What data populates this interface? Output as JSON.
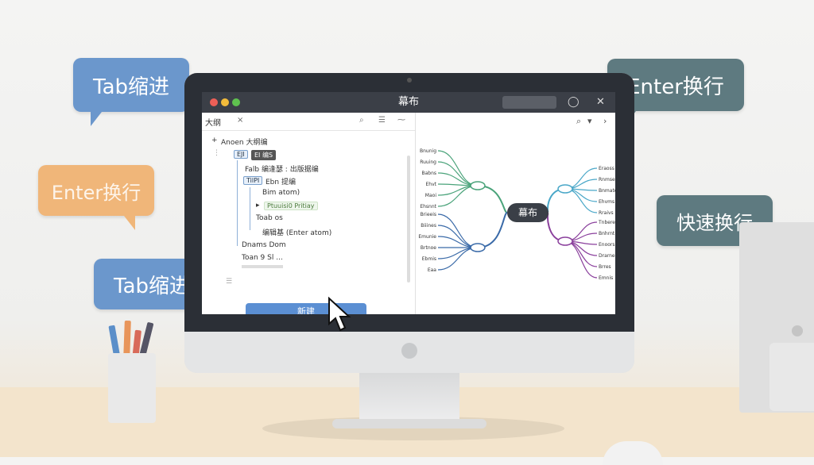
{
  "bubbles": {
    "tab_indent_top": "Tab缩进",
    "enter_line_left": "Enter换行",
    "tab_indent_bottom": "Tab缩进",
    "enter_line_right": "Enter换行",
    "quick_line": "快速换行"
  },
  "window": {
    "title": "幕布",
    "close_label": "✕"
  },
  "editor": {
    "tab_label": "大纲",
    "tab_close": "×",
    "root_node": "Anoen 大纲编",
    "chip_a": "EJI",
    "chip_b": "EI 编S",
    "line_1": "Falb 编逢瑟 : 出版据编",
    "chip_c": "TilPI",
    "line_2": "Ebn 提编",
    "line_3": "Bim atom)",
    "chip_d": "Ptuuisi0 Pritiay",
    "line_4": "Toab os",
    "line_5": "编辑基 (Enter atom)",
    "line_6": "Dnams Dom",
    "line_7": "Toan 9 Sl ...",
    "new_button": "新建"
  },
  "mindmap": {
    "center": "幕布",
    "left_labels": [
      "Bnunig",
      "Ruuing",
      "Babns",
      "Ehvt",
      "Maoi",
      "Ehsnnt",
      "Brieeis",
      "Biiines",
      "Emunie",
      "Brtnoe",
      "Ebmis",
      "Eaa"
    ],
    "right_labels": [
      "Eraoss",
      "Rnmse",
      "Bnmate",
      "Ehvms",
      "Rraivs",
      "Tnbere",
      "Bnhrnt",
      "Enoors",
      "Drarnes",
      "Brres",
      "Emnis"
    ],
    "colors": {
      "upper_left": "#4aa37a",
      "lower_left": "#3a6aa8",
      "upper_right": "#49a7c8",
      "lower_right": "#8a3f9c"
    }
  },
  "icons": {
    "search": "search-icon",
    "chevron": "chevron-down-icon"
  }
}
